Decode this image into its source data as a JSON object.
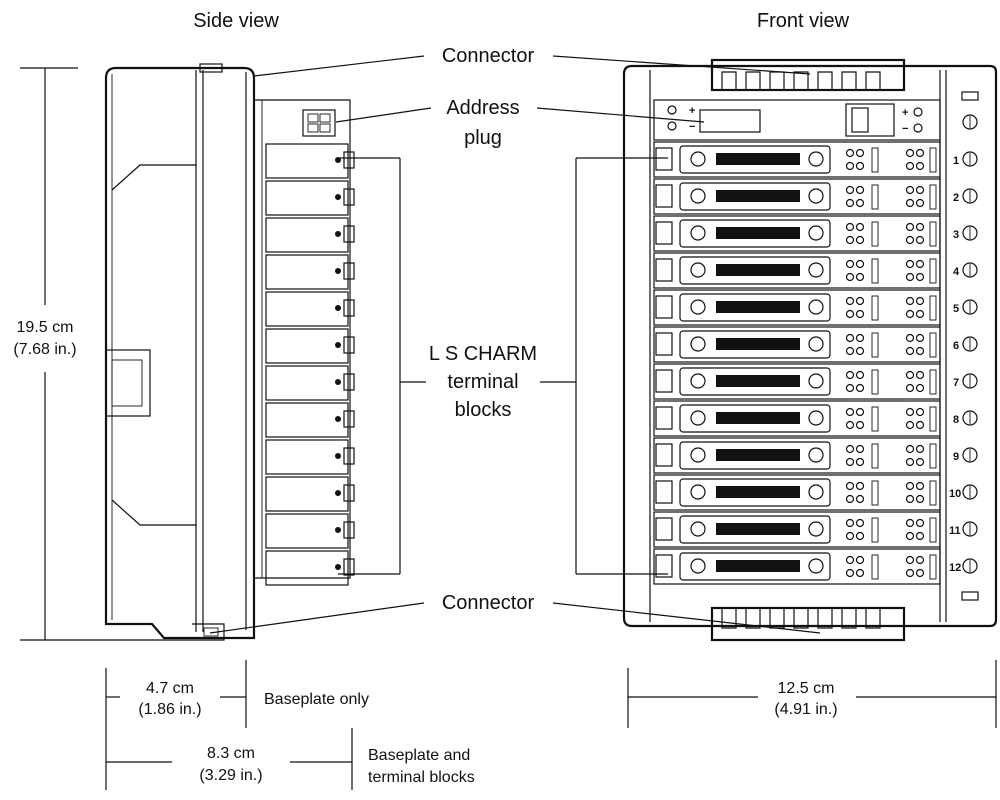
{
  "views": {
    "side": "Side view",
    "front": "Front view"
  },
  "callouts": {
    "connector_top": "Connector",
    "address_plug": [
      "Address",
      "plug"
    ],
    "terminal_blocks": [
      "L S CHARM",
      "terminal",
      "blocks"
    ],
    "connector_bottom": "Connector"
  },
  "dimensions": {
    "height": {
      "metric": "19.5 cm",
      "imperial": "(7.68 in.)"
    },
    "depth_baseplate": {
      "metric": "4.7 cm",
      "imperial": "(1.86 in.)",
      "note": "Baseplate only"
    },
    "depth_total": {
      "metric": "8.3 cm",
      "imperial": "(3.29 in.)",
      "note": [
        "Baseplate and",
        "terminal blocks"
      ]
    },
    "width": {
      "metric": "12.5 cm",
      "imperial": "(4.91 in.)"
    }
  },
  "front_panel": {
    "slot_numbers": [
      "1",
      "2",
      "3",
      "4",
      "5",
      "6",
      "7",
      "8",
      "9",
      "10",
      "11",
      "12"
    ],
    "power_signs": [
      "+",
      "−"
    ]
  }
}
